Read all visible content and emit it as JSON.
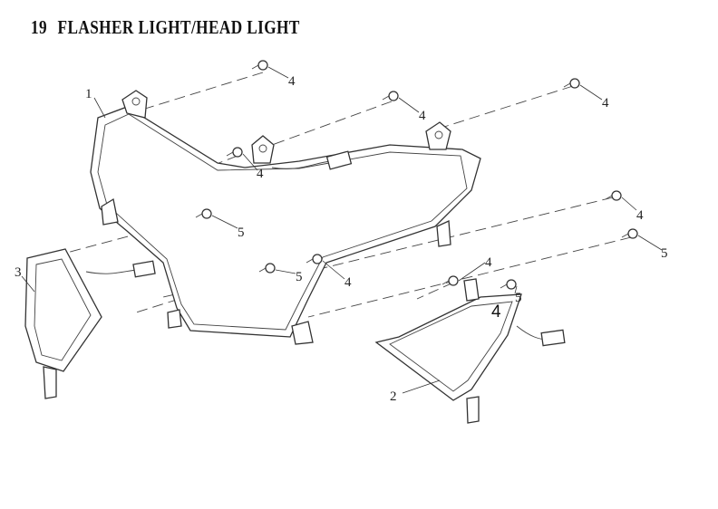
{
  "title": {
    "number": "19",
    "text": "FLASHER LIGHT/HEAD LIGHT"
  },
  "callouts": {
    "c1": "1",
    "c2": "2",
    "c3": "3",
    "c4a": "4",
    "c4b": "4",
    "c4c": "4",
    "c4d": "4",
    "c4e": "4",
    "c4f": "4",
    "c4g": "4",
    "c4big": "4",
    "c5a": "5",
    "c5b": "5",
    "c5c": "5",
    "c5d": "5"
  }
}
